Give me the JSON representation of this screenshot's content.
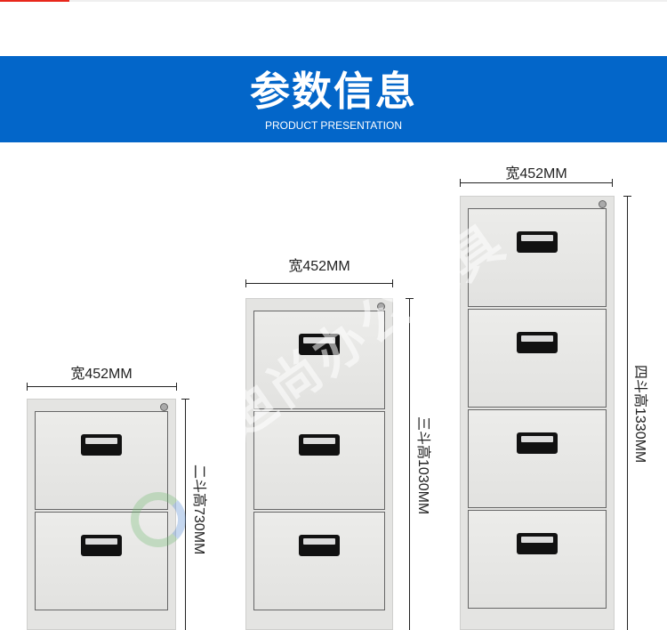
{
  "banner": {
    "title": "参数信息",
    "subtitle": "PRODUCT PRESENTATION"
  },
  "watermark": "迪尚办公家具",
  "cabinets": [
    {
      "width_label": "宽452MM",
      "height_label": "二斗高730MM",
      "drawers": 2
    },
    {
      "width_label": "宽452MM",
      "height_label": "三斗高1030MM",
      "drawers": 3
    },
    {
      "width_label": "宽452MM",
      "height_label": "四斗高1330MM",
      "drawers": 4
    }
  ],
  "colors": {
    "banner": "#0366c9",
    "accent": "#e8281c"
  }
}
